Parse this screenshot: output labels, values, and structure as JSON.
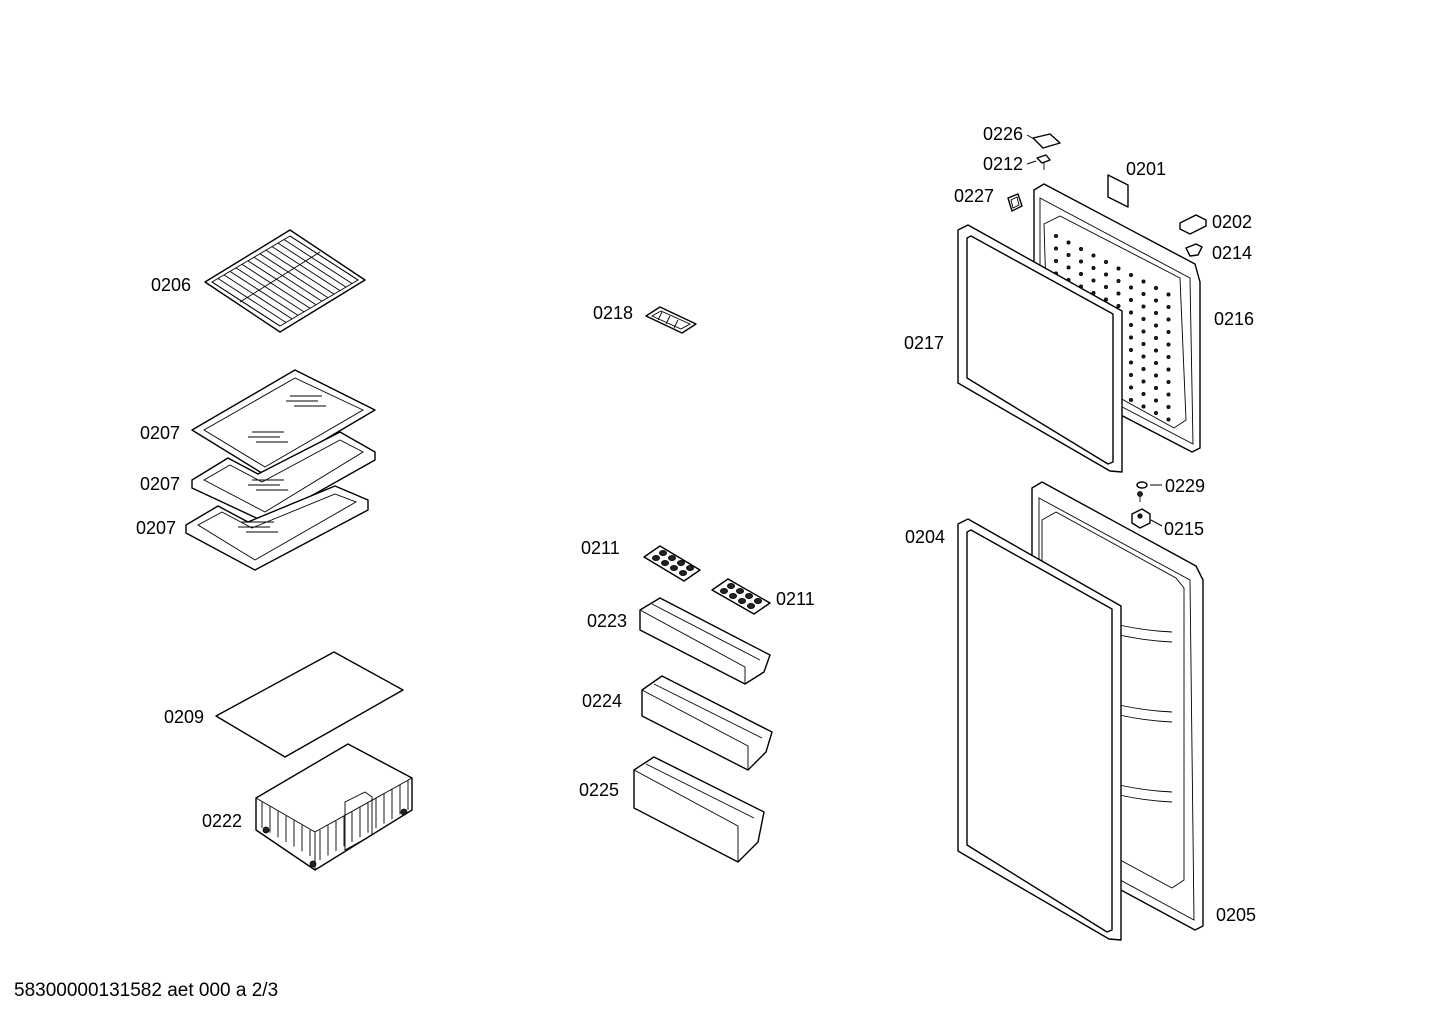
{
  "footer": "58300000131582 aet 000 a 2/3",
  "labels": {
    "p0206": "0206",
    "p0207a": "0207",
    "p0207b": "0207",
    "p0207c": "0207",
    "p0209": "0209",
    "p0222": "0222",
    "p0218": "0218",
    "p0211a": "0211",
    "p0211b": "0211",
    "p0223": "0223",
    "p0224": "0224",
    "p0225": "0225",
    "p0226": "0226",
    "p0212": "0212",
    "p0201": "0201",
    "p0227": "0227",
    "p0202": "0202",
    "p0214": "0214",
    "p0216": "0216",
    "p0217": "0217",
    "p0229": "0229",
    "p0215": "0215",
    "p0204": "0204",
    "p0205": "0205"
  }
}
